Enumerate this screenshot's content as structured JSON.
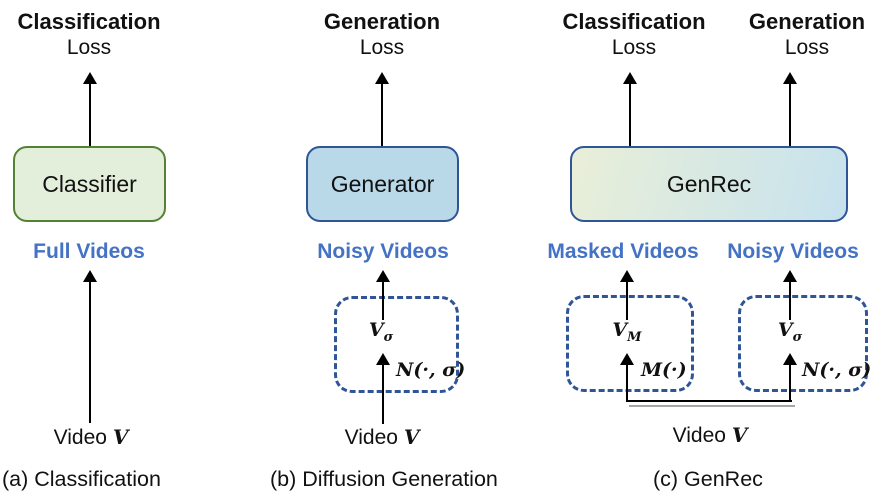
{
  "figure": {
    "panels": {
      "a": {
        "caption": "(a) Classification",
        "loss": {
          "title": "Classification",
          "word": "Loss"
        },
        "model": "Classifier",
        "input": "Full Videos",
        "video": {
          "word": "Video",
          "symbol": "V"
        }
      },
      "b": {
        "caption": "(b) Diffusion Generation",
        "loss": {
          "title": "Generation",
          "word": "Loss"
        },
        "model": "Generator",
        "input": "Noisy Videos",
        "noise": {
          "out_base": "V",
          "out_sub": "σ",
          "fn": "N",
          "fn_args": "(·, σ)"
        },
        "video": {
          "word": "Video",
          "symbol": "V"
        }
      },
      "c": {
        "caption": "(c) GenRec",
        "loss_left": {
          "title": "Classification",
          "word": "Loss"
        },
        "loss_right": {
          "title": "Generation",
          "word": "Loss"
        },
        "model": "GenRec",
        "input_left": "Masked Videos",
        "input_right": "Noisy Videos",
        "mask": {
          "out_base": "V",
          "out_sub": "M",
          "fn": "M",
          "fn_args": "(·)"
        },
        "noise": {
          "out_base": "V",
          "out_sub": "σ",
          "fn": "N",
          "fn_args": "(·, σ)"
        },
        "video": {
          "word": "Video",
          "symbol": "V"
        }
      }
    },
    "colors": {
      "classifier_fill": "#E4EFDB",
      "classifier_border": "#548235",
      "generator_fill": "#B9D8E8",
      "generator_border": "#2F5597",
      "genrec_fill_left": "#E9EFD8",
      "genrec_fill_right": "#C6E2EE",
      "dashed_border": "#2F5597",
      "label_blue": "#4472C4",
      "connector_shadow": "#A6A6A6"
    }
  }
}
